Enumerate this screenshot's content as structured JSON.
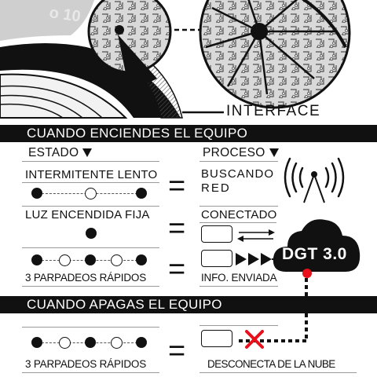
{
  "interface_label": "INTERFACE",
  "sections": {
    "on": {
      "title": "CUANDO ENCIENDES EL EQUIPO"
    },
    "off": {
      "title": "CUANDO APAGAS EL EQUIPO"
    }
  },
  "headers": {
    "estado": "ESTADO",
    "proceso": "PROCESO"
  },
  "rows": [
    {
      "state": "INTERMITENTE LENTO",
      "equals": "=",
      "process": "BUSCANDO",
      "process2": "RED"
    },
    {
      "state": "LUZ ENCENDIDA FIJA",
      "equals": "=",
      "process": "CONECTADO"
    },
    {
      "state": "3 PARPADEOS RÁPIDOS",
      "equals": "=",
      "process": "INFO. ENVIADA"
    }
  ],
  "off_row": {
    "state": "3 PARPADEOS RÁPIDOS",
    "equals": "=",
    "process": "DESCONECTA DE LA NUBE"
  },
  "cloud_label": "DGT 3.0",
  "colors": {
    "signal_dot": "#e8101a",
    "cross": "#e8101a",
    "ink": "#111111"
  }
}
